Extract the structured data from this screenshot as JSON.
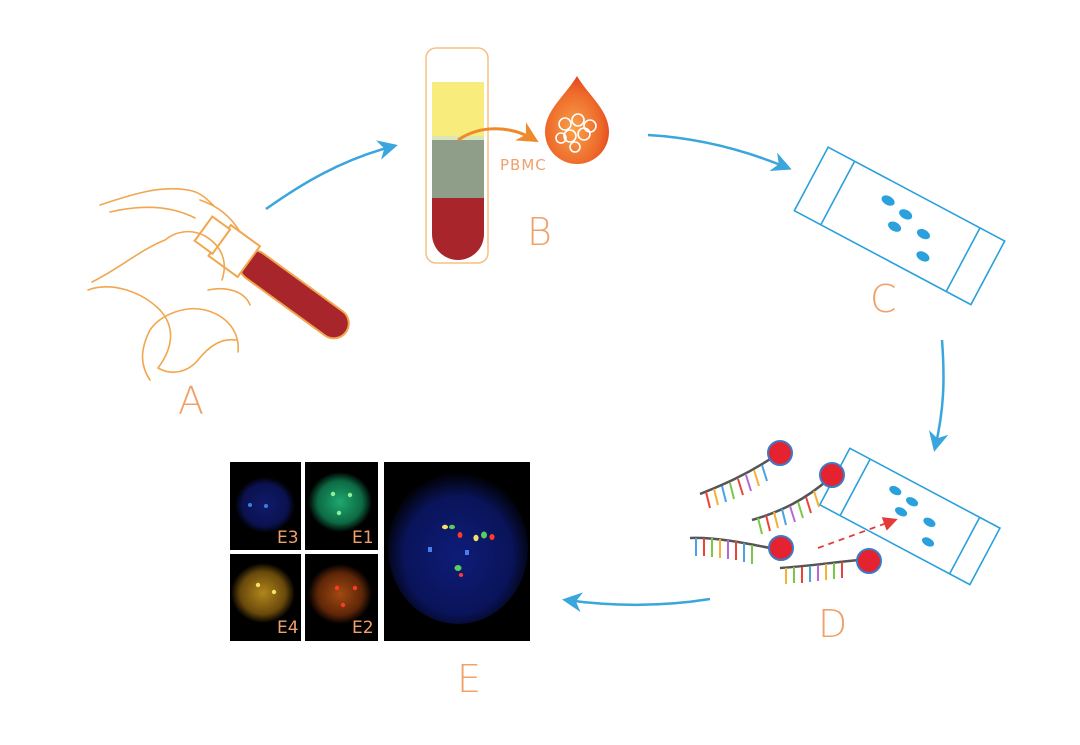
{
  "labels": {
    "a": "A",
    "b": "B",
    "c": "C",
    "d": "D",
    "e": "E",
    "pbmc": "PBMC"
  },
  "tiles": {
    "e1": "E1",
    "e2": "E2",
    "e3": "E3",
    "e4": "E4"
  },
  "colors": {
    "arrow": "#3aa6dd",
    "label": "#f0a06a",
    "blood": "#a8262b",
    "plasma": "#f7ec7c",
    "buffy": "#8f9e88",
    "slide": "#2aa0dd",
    "hand_outline": "#f2a64e"
  }
}
